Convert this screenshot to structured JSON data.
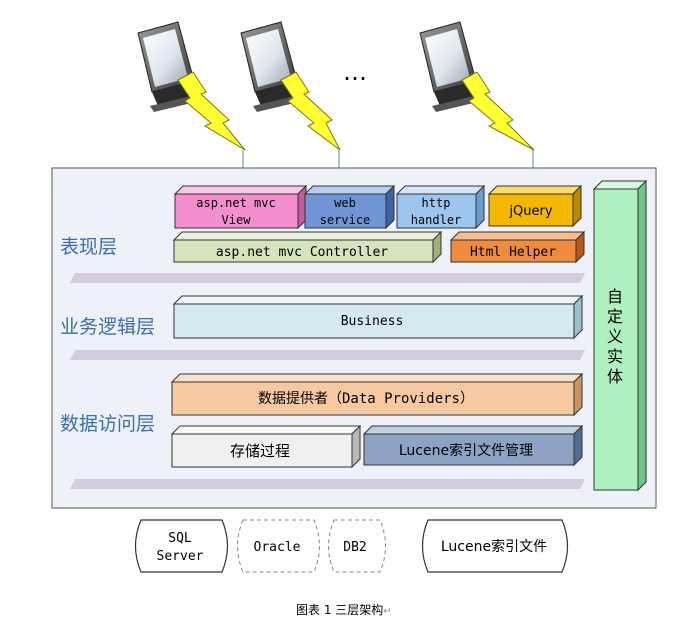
{
  "clients": {
    "ellipsis": "…"
  },
  "layers": {
    "presentation": "表现层",
    "business": "业务逻辑层",
    "data_access": "数据访问层"
  },
  "presentation": {
    "mvc_view_line1": "asp.net mvc",
    "mvc_view_line2": "View",
    "web_service_line1": "web",
    "web_service_line2": "service",
    "http_handler_line1": "http",
    "http_handler_line2": "handler",
    "jquery": "jQuery",
    "mvc_controller": "asp.net mvc Controller",
    "html_helper": "Html Helper"
  },
  "business": {
    "label": "Business"
  },
  "data_access": {
    "providers": "数据提供者（Data Providers）",
    "stored_procedures": "存储过程",
    "lucene_manager": "Lucene索引文件管理"
  },
  "custom_entity": {
    "chars": [
      "自",
      "定",
      "义",
      "实",
      "体"
    ]
  },
  "storage": {
    "sql_line1": "SQL",
    "sql_line2": "Server",
    "oracle": "Oracle",
    "db2": "DB2",
    "lucene_files": "Lucene索引文件"
  },
  "caption": {
    "text": "图表 1 三层架构",
    "mark": "↵"
  },
  "colors": {
    "layer_label": "#3a6fb0",
    "panel_bg": "#eef2f8",
    "view_pink": "#f48fcf",
    "ws_blue": "#6f95d6",
    "handler_blue": "#9cc6ef",
    "jquery_orange": "#f5b800",
    "controller_green": "#d6e4bd",
    "helper_orange": "#f08a3c",
    "business_cyan": "#d4eaf0",
    "providers_peach": "#f7c9a1",
    "proc_gray": "#f0f0f0",
    "lucene_slate": "#8ea3c4",
    "entity_green": "#aef0c0",
    "bolt_yellow": "#ffff33",
    "separator": "#d6cce0"
  }
}
